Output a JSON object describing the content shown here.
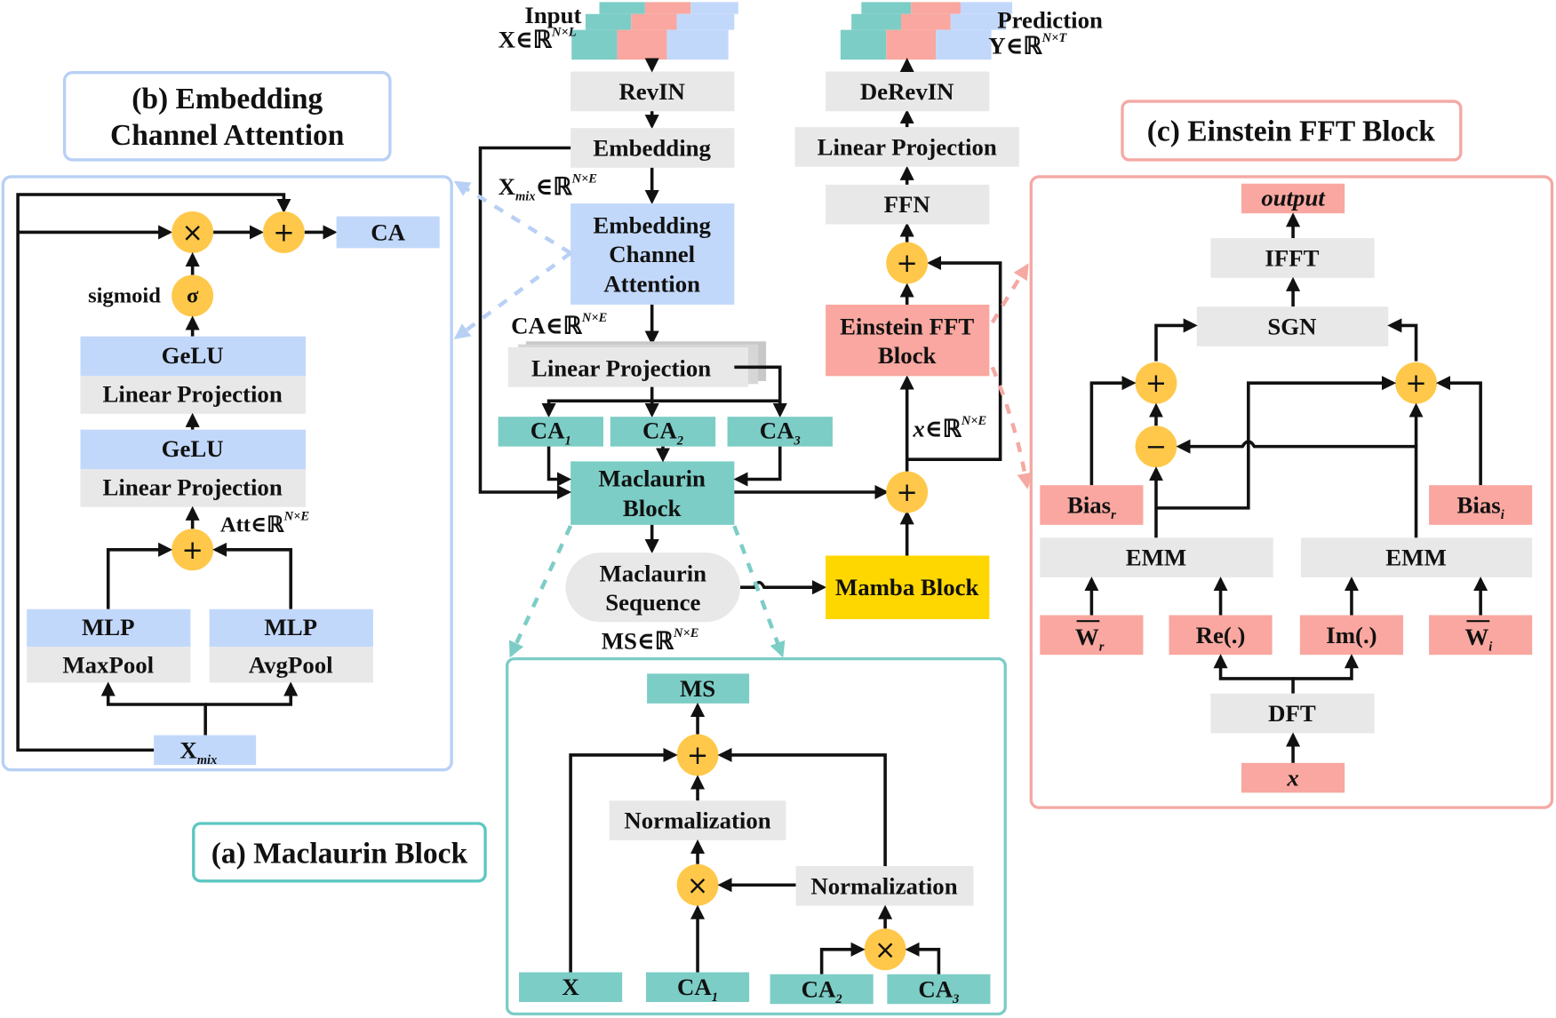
{
  "colors": {
    "gray_box": "#e8e8e8",
    "blue_box": "#c2d8fb",
    "teal_box": "#7ccdc6",
    "pink_box": "#f9a7a0",
    "yellow_box": "#ffd700",
    "operator": "#ffc84a",
    "panel_blue": "#b8d0f5",
    "panel_teal": "#5cc7c0",
    "panel_pink": "#f4a9a3",
    "line": "#111111"
  },
  "main": {
    "input_label": "Input",
    "input_set": "X∈ℝ",
    "input_sup": "N×L",
    "prediction_label": "Prediction",
    "prediction_set": "Y∈ℝ",
    "prediction_sup": "N×T",
    "revin": "RevIN",
    "embedding": "Embedding",
    "xmix_set_x": "X",
    "xmix_set_sub": "mix",
    "xmix_set_rest": "∈ℝ",
    "xmix_set_sup": "N×E",
    "eca_line1": "Embedding",
    "eca_line2": "Channel",
    "eca_line3": "Attention",
    "ca_set": "CA∈ℝ",
    "ca_set_sup": "N×E",
    "linear_projection": "Linear Projection",
    "ca1": "CA",
    "ca1_sub": "1",
    "ca2": "CA",
    "ca2_sub": "2",
    "ca3": "CA",
    "ca3_sub": "3",
    "maclaurin_line1": "Maclaurin",
    "maclaurin_line2": "Block",
    "ms_line1": "Maclaurin",
    "ms_line2": "Sequence",
    "ms_set": "MS∈ℝ",
    "ms_set_sup": "N×E",
    "mamba": "Mamba Block",
    "x_set": "x",
    "x_set_rest": "∈ℝ",
    "x_set_sup": "N×E",
    "einstein_line1": "Einstein FFT",
    "einstein_line2": "Block",
    "ffn": "FFN",
    "linear_projection_out": "Linear Projection",
    "derevin": "DeRevIN",
    "plus": "+"
  },
  "panel_b": {
    "title_line1": "(b) Embedding",
    "title_line2": "Channel Attention",
    "ca": "CA",
    "sigmoid_label": "sigmoid",
    "sigma": "σ",
    "times": "×",
    "plus": "+",
    "gelu_top": "GeLU",
    "linproj_top": "Linear Projection",
    "gelu_bottom": "GeLU",
    "linproj_bottom": "Linear Projection",
    "att_set": "Att∈ℝ",
    "att_set_sup": "N×E",
    "mlp_left": "MLP",
    "maxpool": "MaxPool",
    "mlp_right": "MLP",
    "avgpool": "AvgPool",
    "xmix": "X",
    "xmix_sub": "mix"
  },
  "panel_a": {
    "title": "(a) Maclaurin Block",
    "ms": "MS",
    "plus": "+",
    "times_mid": "×",
    "times_bottom": "×",
    "normalization_top": "Normalization",
    "normalization_right": "Normalization",
    "x": "X",
    "ca1": "CA",
    "ca1_sub": "1",
    "ca2": "CA",
    "ca2_sub": "2",
    "ca3": "CA",
    "ca3_sub": "3"
  },
  "panel_c": {
    "title": "(c) Einstein FFT Block",
    "output": "output",
    "ifft": "IFFT",
    "sgn": "SGN",
    "plus_left": "+",
    "minus": "−",
    "plus_right": "+",
    "bias_r": "Bias",
    "bias_r_sub": "r",
    "bias_i": "Bias",
    "bias_i_sub": "i",
    "emm_left": "EMM",
    "emm_right": "EMM",
    "w_r": "W",
    "w_r_sub": "r",
    "re": "Re(.)",
    "im": "Im(.)",
    "w_i": "W",
    "w_i_sub": "i",
    "dft": "DFT",
    "x": "x"
  }
}
